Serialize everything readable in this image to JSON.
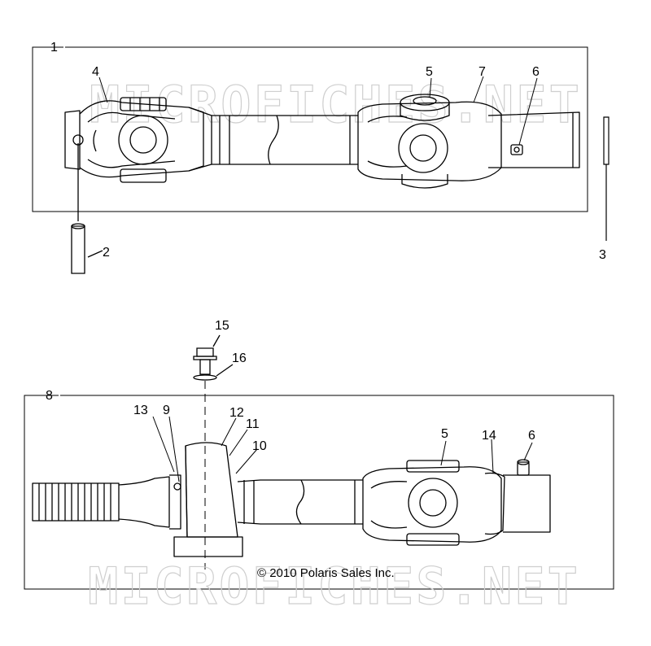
{
  "figure": {
    "copyright": "© 2010 Polaris Sales Inc.",
    "watermark": "MICROFICHES.NET"
  },
  "callouts": {
    "c1": "1",
    "c2": "2",
    "c3": "3",
    "c4": "4",
    "c5a": "5",
    "c6a": "6",
    "c7": "7",
    "c8": "8",
    "c9": "9",
    "c10": "10",
    "c11": "11",
    "c12": "12",
    "c13": "13",
    "c14": "14",
    "c5b": "5",
    "c6b": "6",
    "c15": "15",
    "c16": "16"
  },
  "colors": {
    "line": "#000000",
    "watermark": "#cfcfcf",
    "background": "#ffffff"
  }
}
